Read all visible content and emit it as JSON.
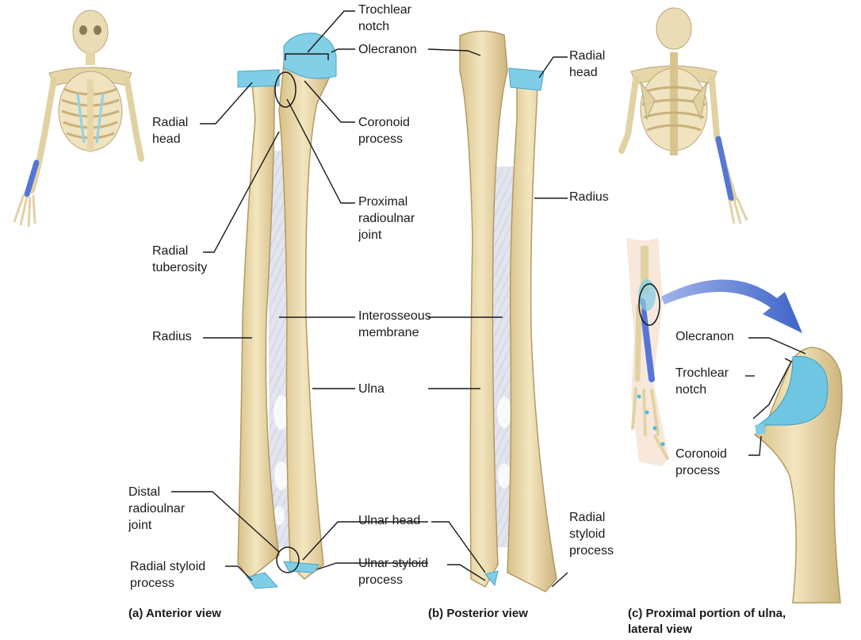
{
  "labels": {
    "trochlear_notch_a": "Trochlear\nnotch",
    "olecranon_a": "Olecranon",
    "radial_head_a": "Radial\nhead",
    "coronoid_process_a": "Coronoid\nprocess",
    "proximal_radioulnar_joint": "Proximal\nradioulnar\njoint",
    "radial_tuberosity": "Radial\ntuberosity",
    "radius_a": "Radius",
    "interosseous_membrane": "Interosseous\nmembrane",
    "ulna": "Ulna",
    "distal_radioulnar_joint": "Distal\nradioulnar\njoint",
    "ulnar_head": "Ulnar head",
    "radial_styloid_process_a": "Radial styloid\nprocess",
    "ulnar_styloid_process": "Ulnar styloid\nprocess",
    "radial_head_b": "Radial\nhead",
    "radius_b": "Radius",
    "radial_styloid_process_b": "Radial\nstyloid\nprocess",
    "olecranon_c": "Olecranon",
    "trochlear_notch_c": "Trochlear\nnotch",
    "coronoid_process_c": "Coronoid\nprocess"
  },
  "captions": {
    "anterior": "(a) Anterior view",
    "posterior": "(b) Posterior view",
    "lateral": "(c) Proximal portion of ulna,\n     lateral view"
  },
  "colors": {
    "bone": "#e9d8a6",
    "bone_shade": "#c9b07a",
    "cartilage": "#7fcde6",
    "membrane": "#d9dbe8",
    "highlight_blue": "#4a6fd1",
    "arrow_blue": "#4b6ed0"
  }
}
